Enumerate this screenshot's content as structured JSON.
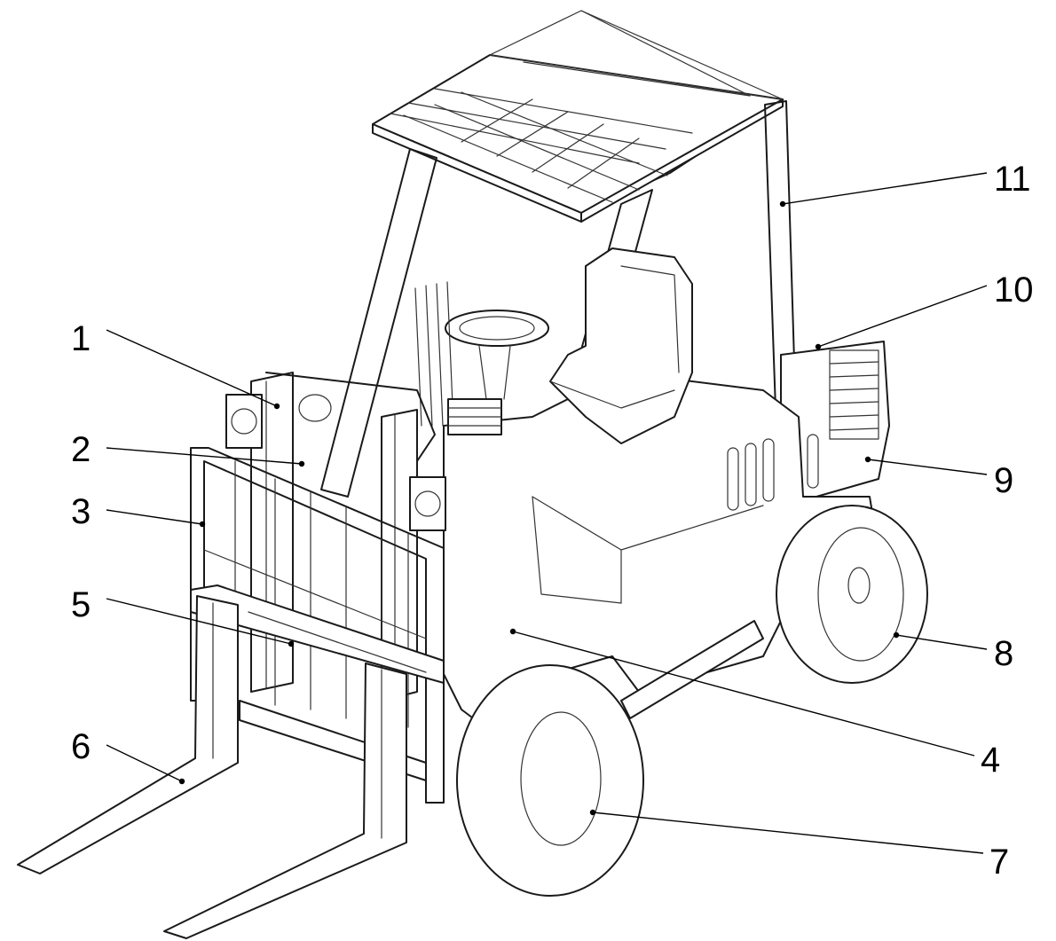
{
  "callouts": [
    {
      "number": "1"
    },
    {
      "number": "2"
    },
    {
      "number": "3"
    },
    {
      "number": "4"
    },
    {
      "number": "5"
    },
    {
      "number": "6"
    },
    {
      "number": "7"
    },
    {
      "number": "8"
    },
    {
      "number": "9"
    },
    {
      "number": "10"
    },
    {
      "number": "11"
    }
  ],
  "colors": {
    "line": "#1a1a1a",
    "background": "#ffffff"
  }
}
